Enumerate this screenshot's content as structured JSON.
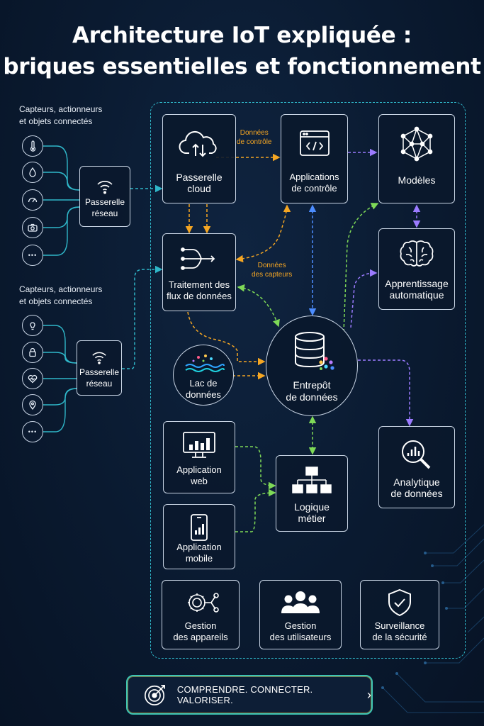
{
  "title": "Architecture IoT expliquée :\nbriques essentielles et fonctionnement",
  "left_groups": [
    {
      "label": "Capteurs, actionneurs\net objets connectés",
      "devices": [
        "thermometer-icon",
        "water-drop-icon",
        "gauge-icon",
        "camera-icon",
        "more-icon"
      ],
      "gateway": "Passerelle\nréseau"
    },
    {
      "label": "Capteurs, actionneurs\net objets connectés",
      "devices": [
        "lightbulb-icon",
        "lock-icon",
        "heart-rate-icon",
        "location-pin-icon",
        "more-icon"
      ],
      "gateway": "Passerelle\nréseau"
    }
  ],
  "more_glyph": "•••",
  "nodes": {
    "cloud_gateway": "Passerelle\ncloud",
    "control_apps": "Applications\nde contrôle",
    "models": "Modèles",
    "stream_processing": "Traitement des\nflux de données",
    "machine_learning": "Apprentissage\nautomatique",
    "data_lake": "Lac de\ndonnées",
    "data_warehouse": "Entrepôt\nde données",
    "data_analytics": "Analytique\nde données",
    "web_app": "Application\nweb",
    "mobile_app": "Application\nmobile",
    "business_logic": "Logique\nmétier",
    "device_management": "Gestion\ndes appareils",
    "user_management": "Gestion\ndes utilisateurs",
    "security_monitoring": "Surveillance\nde la sécurité"
  },
  "annotations": {
    "control_data": "Données\nde contrôle",
    "sensor_data": "Données\ndes capteurs"
  },
  "banner": {
    "text": "COMPRENDRE. CONNECTER. VALORISER.",
    "chevron": "›"
  },
  "colors": {
    "teal": "#2fb7c9",
    "orange": "#f5a623",
    "green": "#7ed957",
    "purple": "#9b7bff",
    "blue": "#4c8dff"
  }
}
